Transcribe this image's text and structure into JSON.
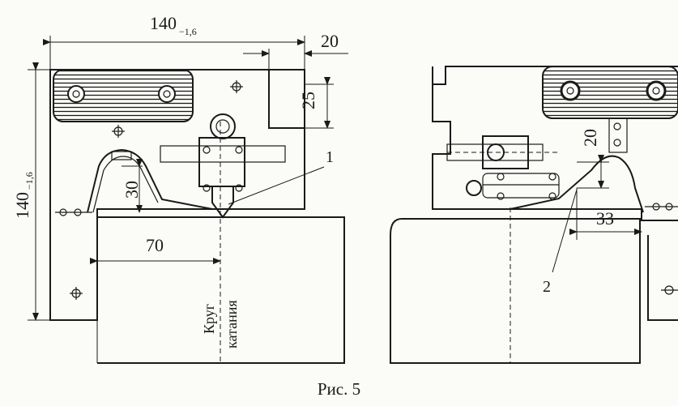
{
  "dimensions": {
    "width_top": "140",
    "width_top_tol": "−1,6",
    "offset_20_top": "20",
    "height_25": "25",
    "height_left": "140",
    "height_left_tol": "−1,6",
    "height_30": "30",
    "offset_70": "70",
    "height_20": "20",
    "offset_33": "33"
  },
  "labels": {
    "part_1": "1",
    "part_2": "2",
    "wheel_circle": "Круг катания",
    "wheel_circle_line1": "Круг",
    "wheel_circle_line2": "катания"
  },
  "caption": "Рис. 5"
}
